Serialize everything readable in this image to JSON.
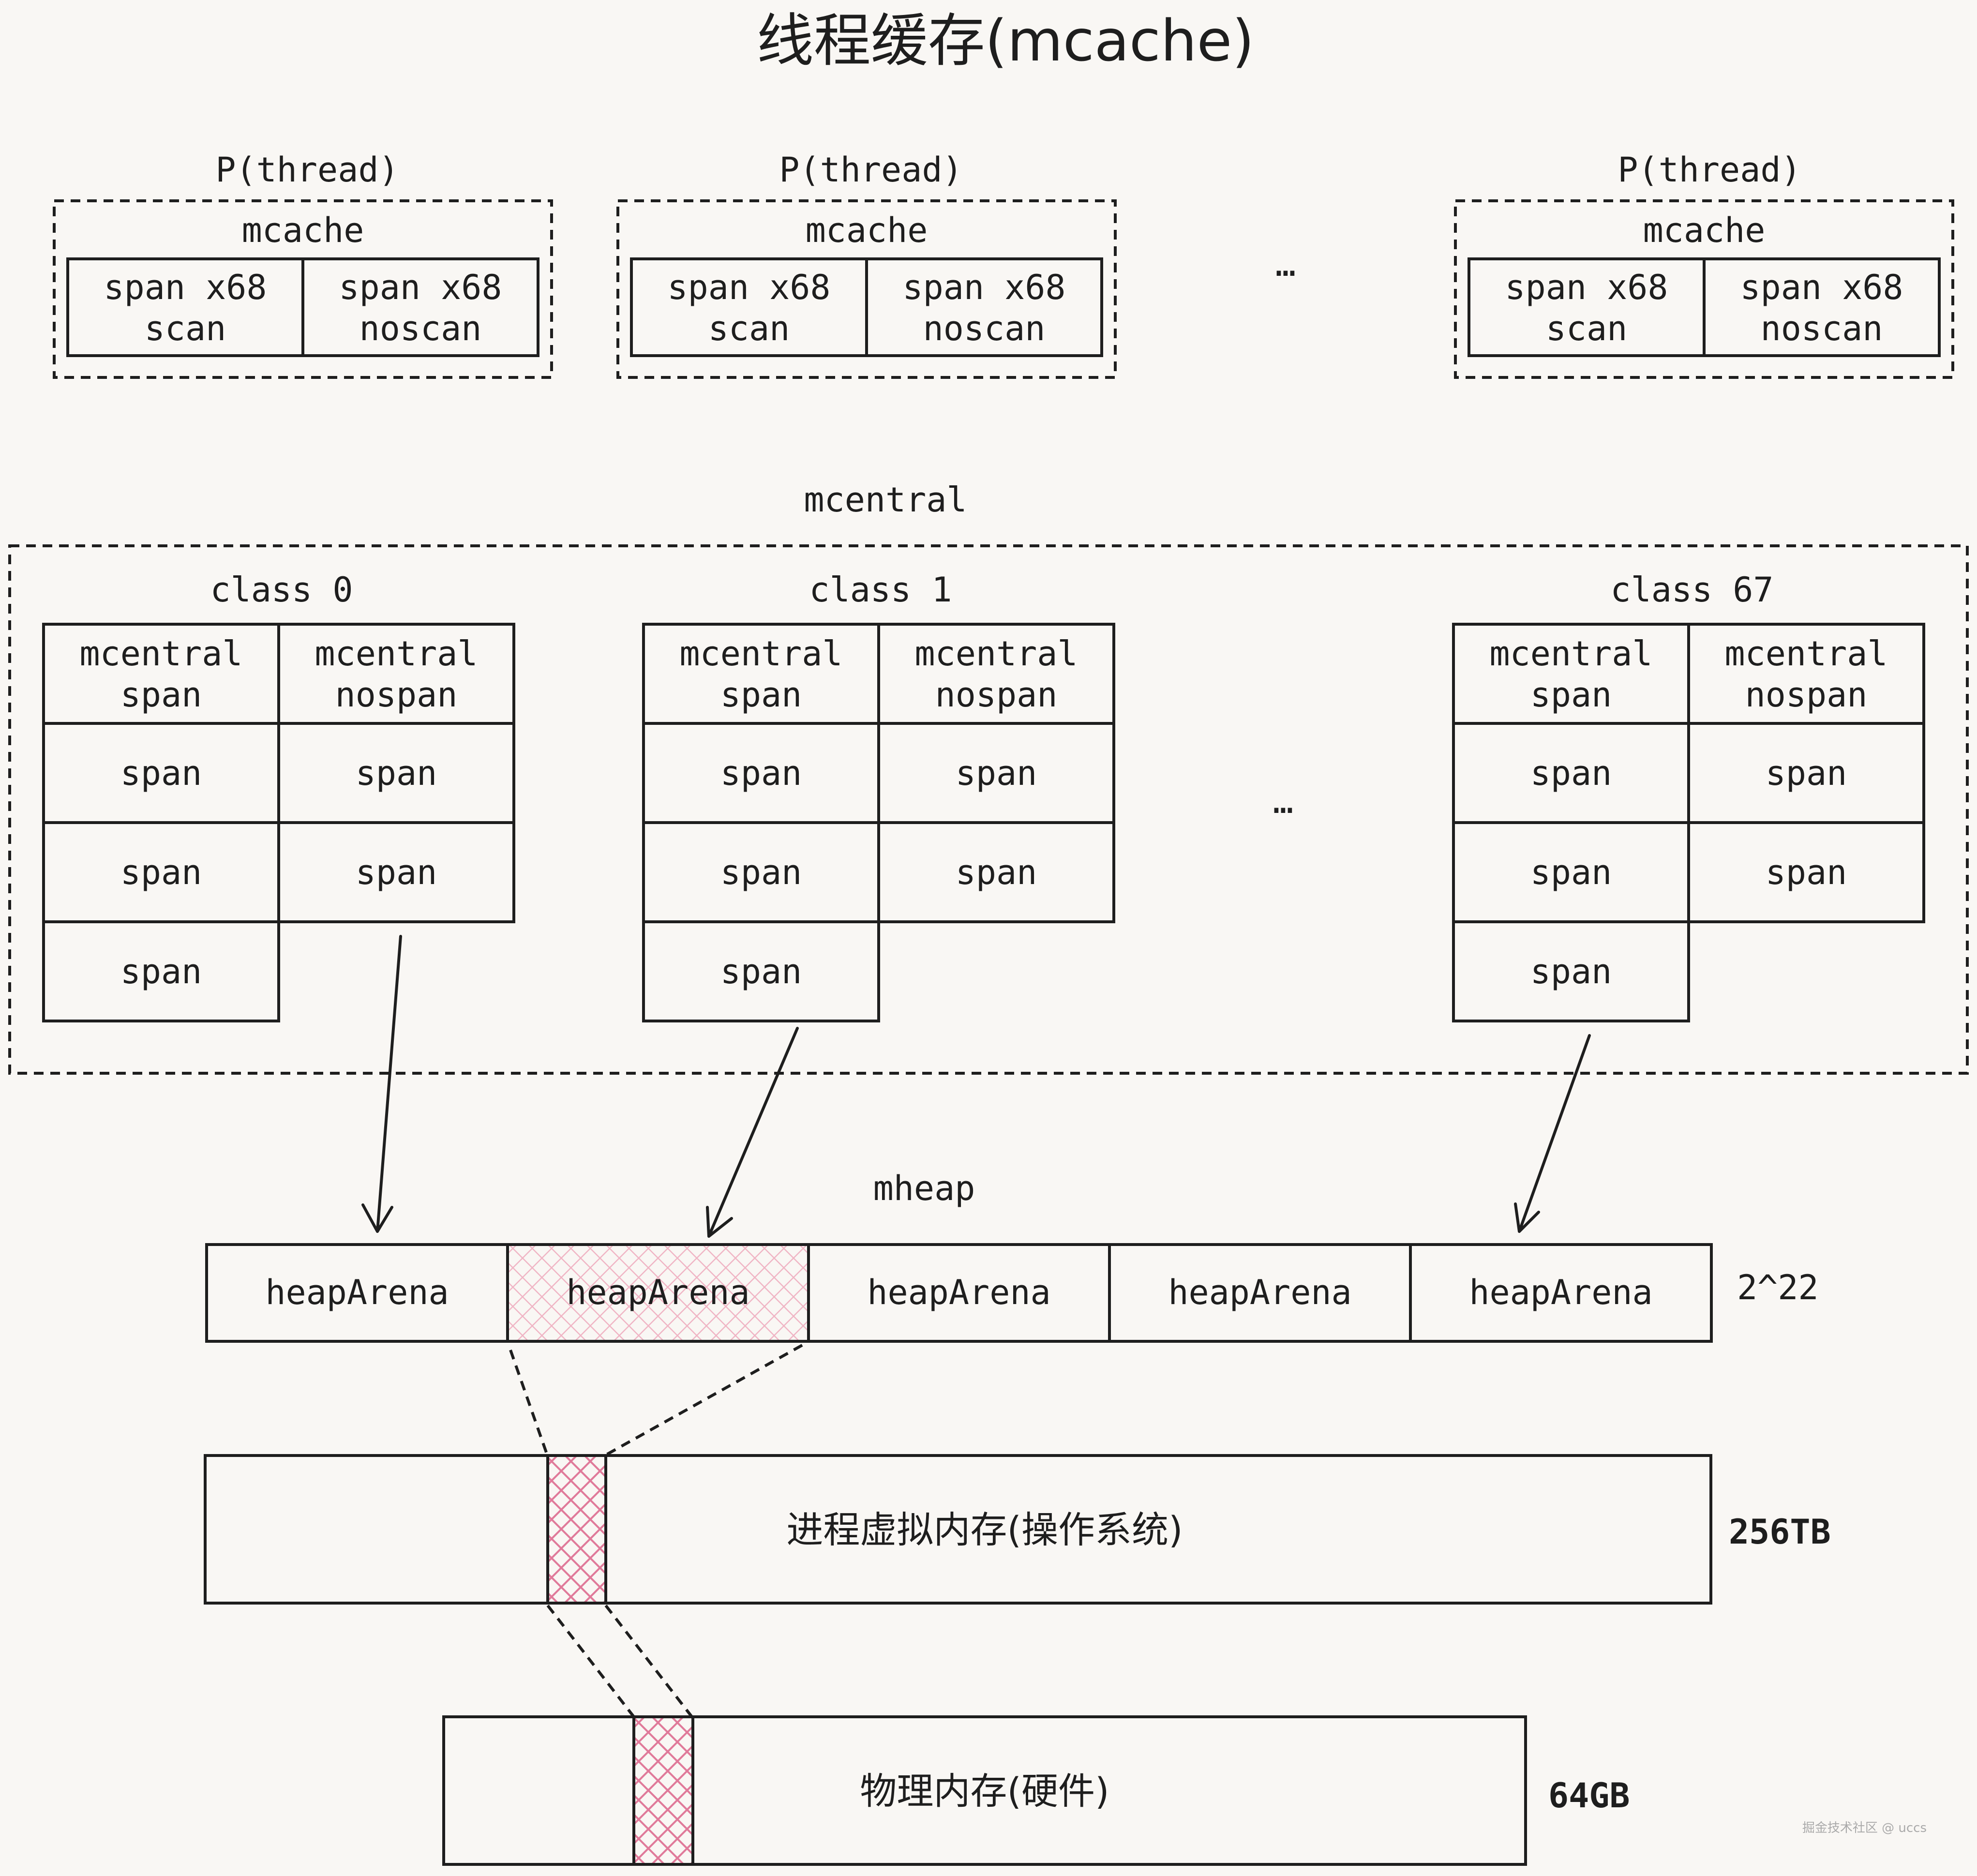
{
  "title": "线程缓存(mcache)",
  "mcache_section": {
    "threads": [
      {
        "label": "P(thread)",
        "cache_label": "mcache",
        "cells": [
          [
            "span x68",
            "scan"
          ],
          [
            "span x68",
            "noscan"
          ]
        ]
      },
      {
        "label": "P(thread)",
        "cache_label": "mcache",
        "cells": [
          [
            "span x68",
            "scan"
          ],
          [
            "span x68",
            "noscan"
          ]
        ]
      },
      {
        "label": "P(thread)",
        "cache_label": "mcache",
        "cells": [
          [
            "span x68",
            "scan"
          ],
          [
            "span x68",
            "noscan"
          ]
        ]
      }
    ],
    "ellipsis": "…"
  },
  "mcentral_section": {
    "label": "mcentral",
    "ellipsis": "…",
    "classes": [
      {
        "label": "class 0",
        "headers": [
          [
            "mcentral",
            "span"
          ],
          [
            "mcentral",
            "nospan"
          ]
        ],
        "left_spans": [
          "span",
          "span",
          "span"
        ],
        "right_spans": [
          "span",
          "span"
        ]
      },
      {
        "label": "class 1",
        "headers": [
          [
            "mcentral",
            "span"
          ],
          [
            "mcentral",
            "nospan"
          ]
        ],
        "left_spans": [
          "span",
          "span",
          "span"
        ],
        "right_spans": [
          "span",
          "span"
        ]
      },
      {
        "label": "class 67",
        "headers": [
          [
            "mcentral",
            "span"
          ],
          [
            "mcentral",
            "nospan"
          ]
        ],
        "left_spans": [
          "span",
          "span",
          "span"
        ],
        "right_spans": [
          "span",
          "span"
        ]
      }
    ]
  },
  "mheap_section": {
    "label": "mheap",
    "arenas": [
      "heapArena",
      "heapArena",
      "heapArena",
      "heapArena",
      "heapArena"
    ],
    "highlighted_arena_index": 1,
    "size_label": "2^22"
  },
  "virtual_memory": {
    "label": "进程虚拟内存(操作系统)",
    "size_label": "256TB"
  },
  "physical_memory": {
    "label": "物理内存(硬件)",
    "size_label": "64GB"
  },
  "watermark": "掘金技术社区 @ uccs",
  "colors": {
    "background": "#f9f7f4",
    "stroke": "#1e1e1e",
    "highlight": "#e07a9a"
  }
}
